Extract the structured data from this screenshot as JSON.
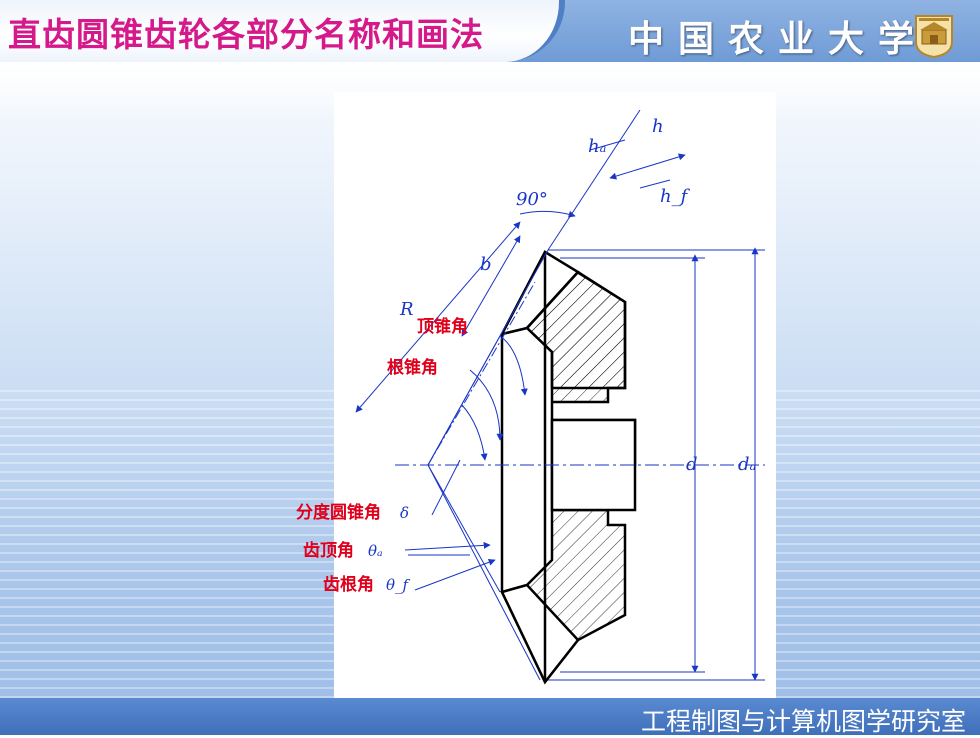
{
  "header": {
    "title": "直齿圆锥齿轮各部分名称和画法",
    "university": "中国农业大学",
    "emblem_icon": "university-emblem-icon"
  },
  "diagram": {
    "dimension_labels": {
      "h": "h",
      "h_a": "hₐ",
      "h_f": "h_f",
      "angle_90": "90°",
      "b": "b",
      "R": "R",
      "d": "d",
      "d_a": "dₐ"
    },
    "angle_labels": {
      "face_cone": "顶锥角",
      "root_cone": "根锥角",
      "pitch_cone": "分度圆锥角",
      "pitch_cone_symbol": "δ",
      "addendum": "齿顶角",
      "addendum_symbol": "θₐ",
      "dedendum": "齿根角",
      "dedendum_symbol": "θ_f"
    },
    "colors": {
      "label_red": "#e0001b",
      "dimension_blue": "#1a36c7",
      "outline": "#000000"
    }
  },
  "footer": {
    "text": "工程制图与计算机图学研究室"
  }
}
